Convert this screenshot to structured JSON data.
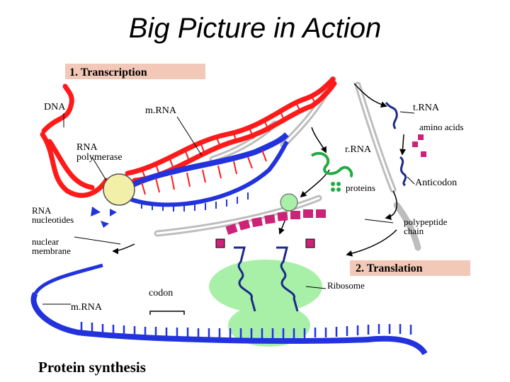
{
  "title": "Big Picture in Action",
  "sections": {
    "transcription": "1. Transcription",
    "translation": "2. Translation"
  },
  "labels": {
    "dna": "DNA",
    "mrna_top": "m.RNA",
    "rna_polymerase_1": "RNA",
    "rna_polymerase_2": "polymerase",
    "trna": "t.RNA",
    "amino_acids": "amino acids",
    "rrna": "r.RNA",
    "proteins": "proteins",
    "anticodon": "Anticodon",
    "rna_nucleotides_1": "RNA",
    "rna_nucleotides_2": "nucleotides",
    "polypeptide_1": "polypeptide",
    "polypeptide_2": "chain",
    "nuclear_membrane_1": "nuclear",
    "nuclear_membrane_2": "membrane",
    "ribosome": "Ribosome",
    "codon": "codon",
    "mrna_bottom": "m.RNA",
    "footer": "Protein synthesis"
  },
  "colors": {
    "dna": "#ff1a1a",
    "mrna": "#2233dd",
    "membrane": "#cfcfcf",
    "ribosome": "#a8f0a8",
    "polymerase": "#f2f0a8",
    "rrna": "#22aa44",
    "amino": "#cc2277",
    "section_bg": "#f2c8b8"
  },
  "icons": [
    "arrow-icon",
    "ribosome-icon",
    "trna-icon",
    "amino-acid-icon"
  ]
}
